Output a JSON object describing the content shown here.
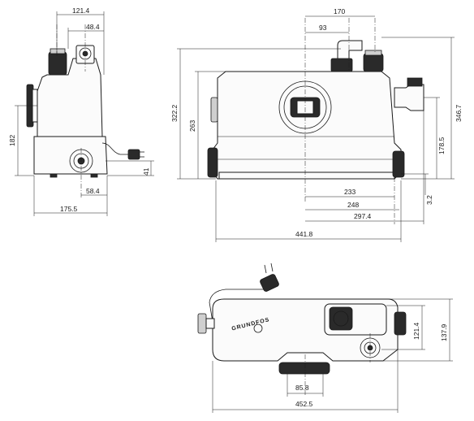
{
  "brand": "GRUNDFOS",
  "side_view": {
    "dims": {
      "overall_width": "121.4",
      "outlet_offset": "48.4",
      "height": "182",
      "inlet_height": "41",
      "inlet_offset": "58.4",
      "base_width": "175.5"
    }
  },
  "front_view": {
    "dims": {
      "outlet_x": "170",
      "center_x": "93",
      "height_total": "322.2",
      "height_body": "263",
      "height_right": "346.7",
      "inlet_right_height": "178.5",
      "base_gap": "3.2",
      "dist_233": "233",
      "dist_248": "248",
      "dist_297": "297.4",
      "overall_length": "441.8"
    }
  },
  "top_view": {
    "dims": {
      "depth_inner": "121.4",
      "depth_total": "137.9",
      "inlet_width": "85.8",
      "overall_length": "452.5"
    }
  },
  "colors": {
    "line": "#1a1a1a",
    "background": "#ffffff"
  }
}
